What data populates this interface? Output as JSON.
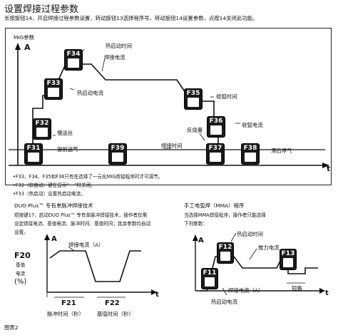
{
  "header": {
    "title": "设置焊接过程参数",
    "intro": "长按旋钮14，开启焊接过程参数设置，转动旋钮13选择程序号，转动旋钮14设置参数，点按14关闭此功能。"
  },
  "mig": {
    "axis_label": "MIG参数",
    "y_axis": "A",
    "x_axis": "t",
    "labels": {
      "hot_start_time": "热启动时间",
      "weld_current": "焊接电流",
      "hot_start_current": "热启动电流",
      "arc_end_time": "收弧时间",
      "crater_current": "收弧电流",
      "slow_feed": "慢送丝",
      "burnback": "反烧量",
      "pre_gas": "提前送气",
      "weld_time": "焊接时间",
      "post_gas": "滞后停气"
    },
    "boxes": {
      "f34": "F34",
      "f33": "F33",
      "f35": "F35",
      "f36": "F36",
      "f32": "F32",
      "f31": "F31",
      "f39": "F39",
      "f37": "F37",
      "f38": "F38"
    },
    "notes": [
      "•F33、F34、F35和F36只有在选择了一元化MIG焊接程序时才可调节。",
      "•F32（软启动）键在显示“---”时关闭。",
      "•F33（热启动）设置热启动电流。"
    ]
  },
  "duo": {
    "title": "DUO Plus™ 专有单脉冲焊接技术",
    "desc": [
      "短按键17，启动DUO Plus™ 专有单脉冲焊接技术，操作者仅需",
      "设定焊接电流、基值电流、脉冲时间、基值时间；其余参数均自动",
      "设置。"
    ],
    "f20": "F20",
    "f20_sub1": "基值",
    "f20_sub2": "电流",
    "f20_unit": "(%)",
    "y_axis": "A",
    "x_axis": "t",
    "weld_current": "焊接电流（A）",
    "f21": "F21",
    "f21_label": "脉冲时间（秒）",
    "f22": "F22",
    "f22_label": "基值时间（秒）"
  },
  "mma": {
    "title": "手工电弧焊（MMA）程序",
    "desc": [
      "当选择MMA焊接程序，操作者只能选择",
      "下列参数："
    ],
    "y_axis": "A",
    "x_axis": "t",
    "hot_start_time": "热启动时间",
    "arc_force_current": "推力电流",
    "weld_current": "焊接电流（A）",
    "hot_start_current": "热启动电流",
    "short_circuit": "短路",
    "f12": "F12",
    "f13": "F13",
    "f11": "F11"
  },
  "footer": {
    "figure": "图表2"
  }
}
